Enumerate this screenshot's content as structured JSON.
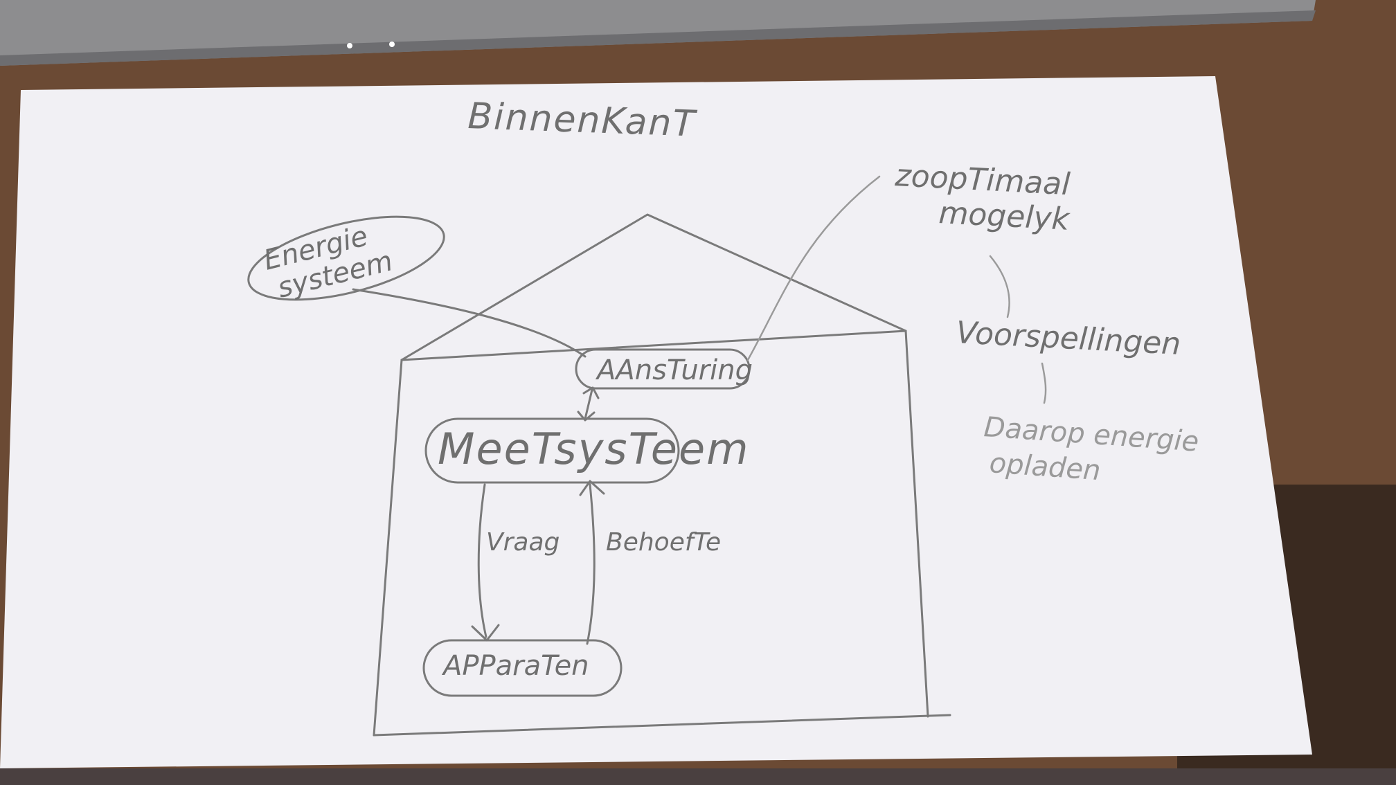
{
  "title": "BinnenKanT",
  "nodes": {
    "energie_systeem": [
      "Energie",
      "systeem"
    ],
    "aansturing": "AAnsTuring",
    "meetsysteem": "MeeTsysTeem",
    "apparaten": "APParaTen"
  },
  "edges": {
    "vraag": "Vraag",
    "behoefte": "BehoefTe"
  },
  "side_notes": {
    "zo_optimaal": [
      "zoopTimaal",
      "mogelyk"
    ],
    "voorspellingen": "Voorspellingen",
    "daarop": [
      "Daarop energie",
      "opladen"
    ]
  },
  "colors": {
    "paper": "#f3f2f5",
    "pencil": "#7a7a7a",
    "table": "#6b4a34",
    "laptop": "#8a8a8a"
  }
}
